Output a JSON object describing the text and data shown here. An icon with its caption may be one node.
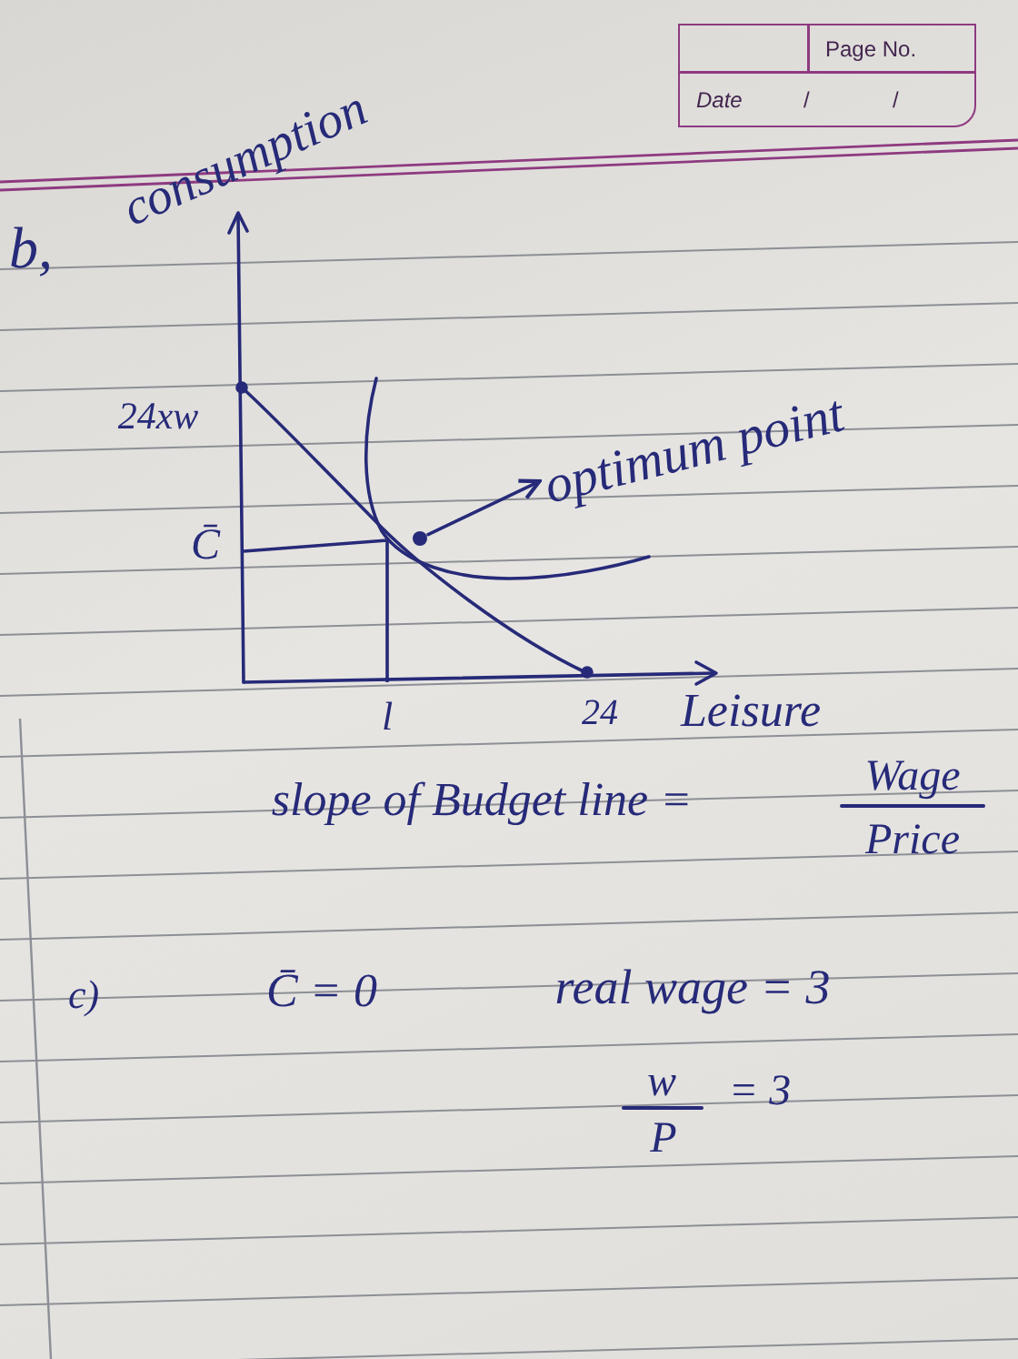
{
  "diagram": {
    "nodes": [
      {
        "text": [
          "Page No.",
          "Date",
          "/",
          "/"
        ]
      },
      {
        "text": [
          "optimum point"
        ]
      },
      {
        "text": [],
        "shape": "circle"
      }
    ],
    "edges": [
      {
        "from": 2,
        "to": 1,
        "arrow": "to"
      }
    ],
    "labels": [
      "b,",
      "consumption",
      "24xw",
      "C̄",
      "l",
      "24",
      "Leisure",
      "slope of Budget line =",
      "Wage",
      "Price",
      "c)",
      "C̄ = 0",
      "real wage = 3",
      "w",
      "P",
      "= 3"
    ]
  }
}
